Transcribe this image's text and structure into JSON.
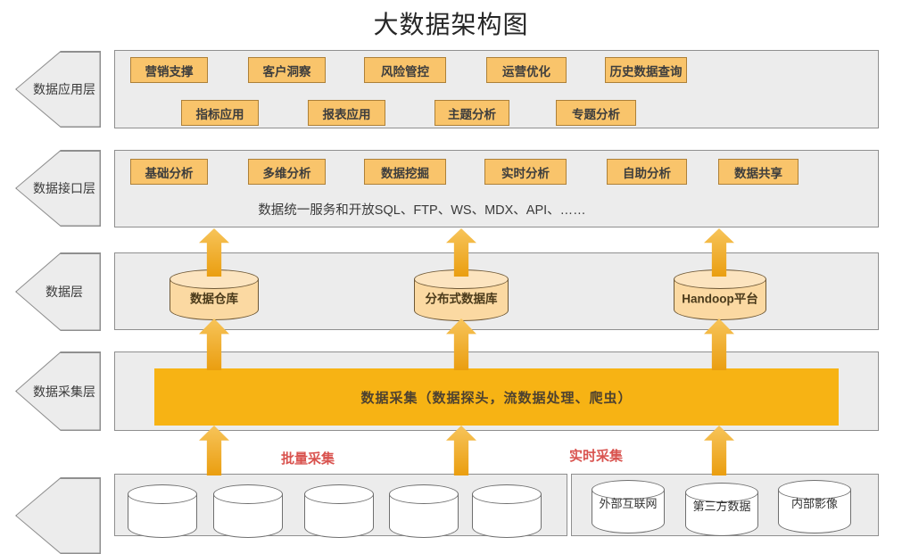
{
  "title": "大数据架构图",
  "layers": {
    "application": {
      "name": "数据应用层",
      "row1": [
        "营销支撑",
        "客户洞察",
        "风险管控",
        "运营优化",
        "历史数据查询"
      ],
      "row2": [
        "指标应用",
        "报表应用",
        "主题分析",
        "专题分析"
      ]
    },
    "interface": {
      "name": "数据接口层",
      "items": [
        "基础分析",
        "多维分析",
        "数据挖掘",
        "实时分析",
        "自助分析",
        "数据共享"
      ],
      "service_text": "数据统一服务和开放SQL、FTP、WS、MDX、API、……"
    },
    "data": {
      "name": "数据层",
      "stores": [
        "数据仓库",
        "分布式数据库",
        "Handoop平台"
      ]
    },
    "collection": {
      "name": "数据采集层",
      "bar": "数据采集（数据探头，流数据处理、爬虫）"
    },
    "sources": {
      "name": "",
      "right_stores": [
        "外部互联网",
        "第三方数据",
        "内部影像"
      ],
      "annotations": {
        "batch": "批量采集",
        "realtime": "实时采集"
      }
    }
  },
  "colors": {
    "accent_chip": "#F9C46B",
    "chip_border": "#AD8038",
    "bar": "#F7B314",
    "band": "#ECECEC",
    "band_border": "#8F8F8F",
    "cylinder": "#FBD9A2",
    "cylinder_top": "#FCE4BF",
    "cylinder_border": "#6E5836",
    "arrow_light": "#F7C45A",
    "arrow_dark": "#EA9E10",
    "red": "#D9534F",
    "text": "#333333"
  }
}
